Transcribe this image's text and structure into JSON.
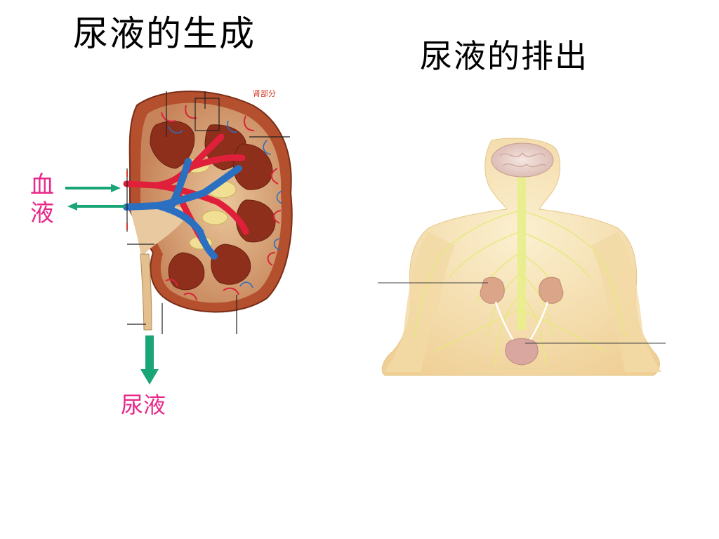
{
  "slide": {
    "title_left": "尿液的生成",
    "title_right": "尿液的排出",
    "blood_label": [
      "血",
      "液"
    ],
    "urine_label": "尿液",
    "kidney_corner_text": "肾部分"
  },
  "colors": {
    "label_pink": "#e8298a",
    "arrow_green": "#1aa577",
    "artery_red": "#e0203a",
    "vein_blue": "#2a6fc0",
    "kidney_cortex": "#b5502e",
    "pyramid": "#8e2f1c",
    "skin": "#f6e2b4",
    "nerve": "#e8ee8a"
  },
  "icons": {
    "blood_in": "arrow-right-icon",
    "blood_out": "arrow-left-icon",
    "urine_out": "arrow-down-icon"
  }
}
